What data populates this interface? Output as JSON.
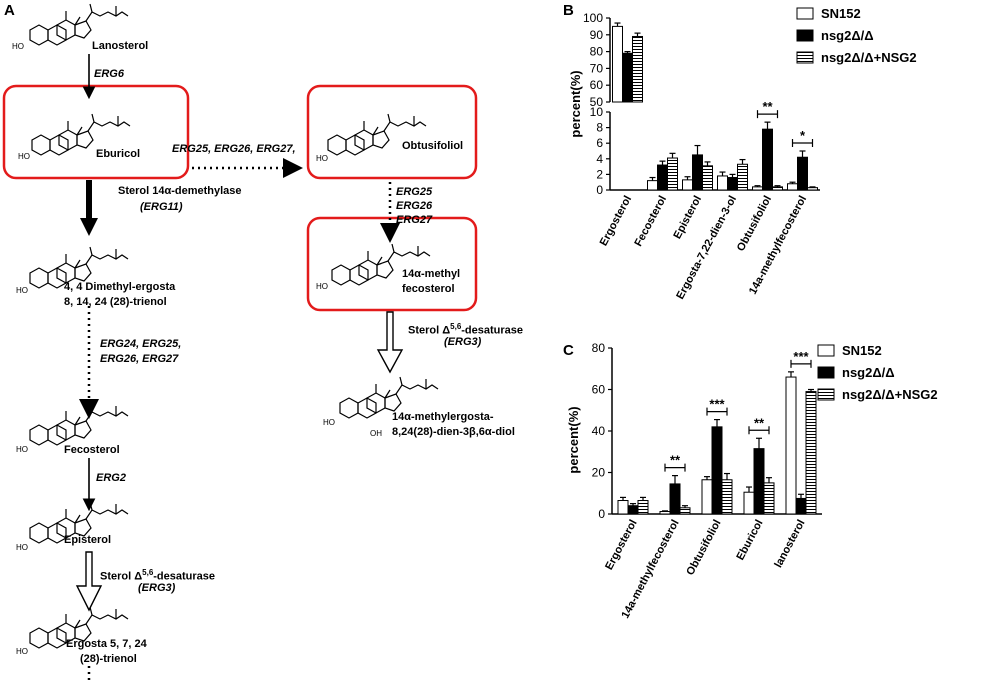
{
  "panels": {
    "a": "A",
    "b": "B",
    "c": "C"
  },
  "pathway": {
    "lanosterol": "Lanosterol",
    "erg6": "ERG6",
    "eburicol": "Eburicol",
    "erg25_26_27_horizontal": "ERG25, ERG26, ERG27,",
    "obtusifoliol": "Obtusifoliol",
    "demethylase": "Sterol 14α-demethylase",
    "erg11": "(ERG11)",
    "erg25": "ERG25",
    "erg26": "ERG26",
    "erg27": "ERG27",
    "dimethyl_line1": "4, 4 Dimethyl-ergosta",
    "dimethyl_line2": "8, 14, 24 (28)-trienol",
    "methylfecosterol_line1": "14α-methyl",
    "methylfecosterol_line2": "fecosterol",
    "desaturase_prefix": "Sterol Δ",
    "desaturase_sup": "5,6",
    "desaturase_suffix": "-desaturase",
    "erg3": "(ERG3)",
    "erg24_line1": "ERG24, ERG25,",
    "erg24_line2": "ERG26, ERG27",
    "diol_line1": "14α-methylergosta-",
    "diol_line2": "8,24(28)-dien-3β,6α-diol",
    "fecosterol": "Fecosterol",
    "erg2": "ERG2",
    "episterol": "Episterol",
    "ergosta_line1": "Ergosta 5, 7, 24",
    "ergosta_line2": "(28)-trienol",
    "hydroxyl": "HO",
    "oh": "OH"
  },
  "chart_data": [
    {
      "type": "bar",
      "panel": "B",
      "ylabel": "percent(%)",
      "broken_axis": true,
      "ylim_lower": [
        0,
        10
      ],
      "ylim_upper": [
        50,
        100
      ],
      "yticks_lower": [
        0,
        2,
        4,
        6,
        8,
        10
      ],
      "yticks_upper": [
        50,
        60,
        70,
        80,
        90,
        100
      ],
      "categories": [
        "Ergosterol",
        "Fecosterol",
        "Episterol",
        "Ergosta-7,22-dien-3-ol",
        "Obtusifoliol",
        "14a-methylfecosterol"
      ],
      "series": [
        {
          "name": "SN152",
          "values": [
            95,
            1.2,
            1.3,
            1.8,
            0.4,
            0.8
          ],
          "errors": [
            2,
            0.4,
            0.4,
            0.5,
            0.15,
            0.2
          ]
        },
        {
          "name": "nsg2Δ/Δ",
          "values": [
            79,
            3.2,
            4.5,
            1.6,
            7.8,
            4.2
          ],
          "errors": [
            1,
            0.5,
            1.2,
            0.4,
            0.9,
            0.8
          ]
        },
        {
          "name": "nsg2Δ/Δ+NSG2",
          "values": [
            89,
            4.1,
            3.1,
            3.3,
            0.4,
            0.3
          ],
          "errors": [
            2,
            0.6,
            0.5,
            0.6,
            0.15,
            0.1
          ]
        }
      ],
      "significance": [
        {
          "category": "Obtusifoliol",
          "label": "**"
        },
        {
          "category": "14a-methylfecosterol",
          "label": "*"
        }
      ],
      "legend": "top-right"
    },
    {
      "type": "bar",
      "panel": "C",
      "ylabel": "percent(%)",
      "ylim": [
        0,
        80
      ],
      "yticks": [
        0,
        20,
        40,
        60,
        80
      ],
      "categories": [
        "Ergosterol",
        "14a-methylfecosterol",
        "Obtusifoliol",
        "Eburicol",
        "lanosterol"
      ],
      "series": [
        {
          "name": "SN152",
          "values": [
            6.5,
            1.2,
            16.5,
            10.5,
            66
          ],
          "errors": [
            1.5,
            0.3,
            1.5,
            2.5,
            2.5
          ]
        },
        {
          "name": "nsg2Δ/Δ",
          "values": [
            4,
            14.5,
            42,
            31.5,
            7.5
          ],
          "errors": [
            1,
            4,
            3.5,
            5,
            2
          ]
        },
        {
          "name": "nsg2Δ/Δ+NSG2",
          "values": [
            6.5,
            3,
            16.5,
            15,
            59
          ],
          "errors": [
            1.5,
            1,
            3,
            2.5,
            1
          ]
        }
      ],
      "significance": [
        {
          "category": "14a-methylfecosterol",
          "label": "**"
        },
        {
          "category": "Obtusifoliol",
          "label": "***"
        },
        {
          "category": "Eburicol",
          "label": "**"
        },
        {
          "category": "lanosterol",
          "label": "***"
        }
      ],
      "legend": "top-right"
    }
  ]
}
